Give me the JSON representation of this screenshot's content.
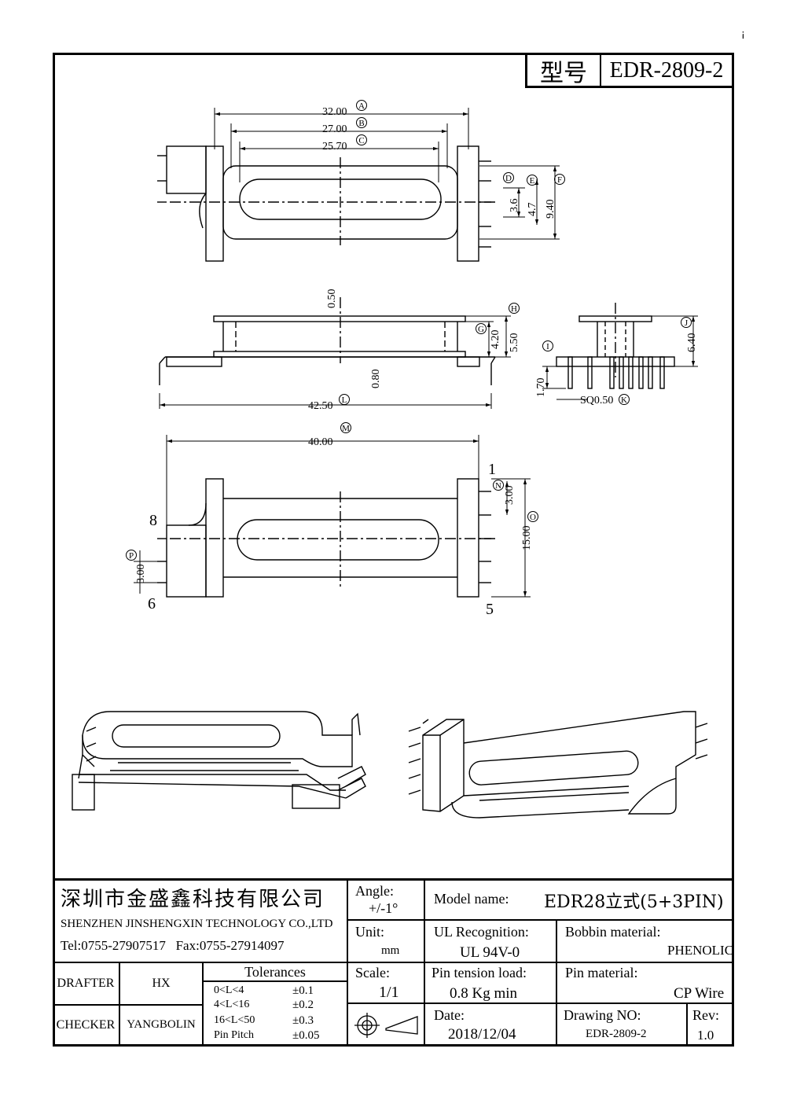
{
  "header": {
    "model_label": "型号",
    "model_value": "EDR-2809-2",
    "corner_mark": "¡"
  },
  "dims": {
    "A": "32.00",
    "B": "27.00",
    "C": "25.70",
    "D": "3.6",
    "E": "4.7",
    "F": "9.40",
    "G": "4.20",
    "H": "5.50",
    "J": "6.40",
    "I": "1.70",
    "K": "SQ0.50",
    "L": "42.50",
    "M": "40.00",
    "N": "3.00",
    "O": "15.00",
    "P": "3.00",
    "top_gap": "0.50",
    "flange": "0.80"
  },
  "letters": [
    "A",
    "B",
    "C",
    "D",
    "E",
    "F",
    "G",
    "H",
    "I",
    "J",
    "K",
    "L",
    "M",
    "N",
    "O",
    "P"
  ],
  "pins": {
    "p1": "1",
    "p8": "8",
    "p6": "6",
    "p5": "5"
  },
  "title_block": {
    "company_cn": "深圳市金盛鑫科技有限公司",
    "company_en": "SHENZHEN JINSHENGXIN TECHNOLOGY CO.,LTD",
    "contact": "Tel:0755-27907517   Fax:0755-27914097",
    "drafter_label": "DRAFTER",
    "drafter": "HX",
    "checker_label": "CHECKER",
    "checker": "YANGBOLIN",
    "tolerances_label": "Tolerances",
    "tolerances": [
      {
        "range": "0<L<4",
        "value": "±0.1"
      },
      {
        "range": "4<L<16",
        "value": "±0.2"
      },
      {
        "range": "16<L<50",
        "value": "±0.3"
      },
      {
        "range": "Pin Pitch",
        "value": "±0.05"
      }
    ],
    "angle_label": "Angle:",
    "angle_value": "+/-1°",
    "unit_label": "Unit:",
    "unit_value": "mm",
    "scale_label": "Scale:",
    "scale_value": "1/1",
    "model_name_label": "Model name:",
    "model_name_value": "EDR28立式(5+3PIN)",
    "ul_label": "UL Recognition:",
    "ul_value": "UL 94V-0",
    "bobbin_label": "Bobbin material:",
    "bobbin_value": "PHENOLIC",
    "tension_label": "Pin tension load:",
    "tension_value": "0.8 Kg min",
    "pin_material_label": "Pin material:",
    "pin_material_value": "CP Wire",
    "date_label": "Date:",
    "date_value": "2018/12/04",
    "drawing_no_label": "Drawing NO:",
    "drawing_no_value": "EDR-2809-2",
    "rev_label": "Rev:",
    "rev_value": "1.0"
  }
}
